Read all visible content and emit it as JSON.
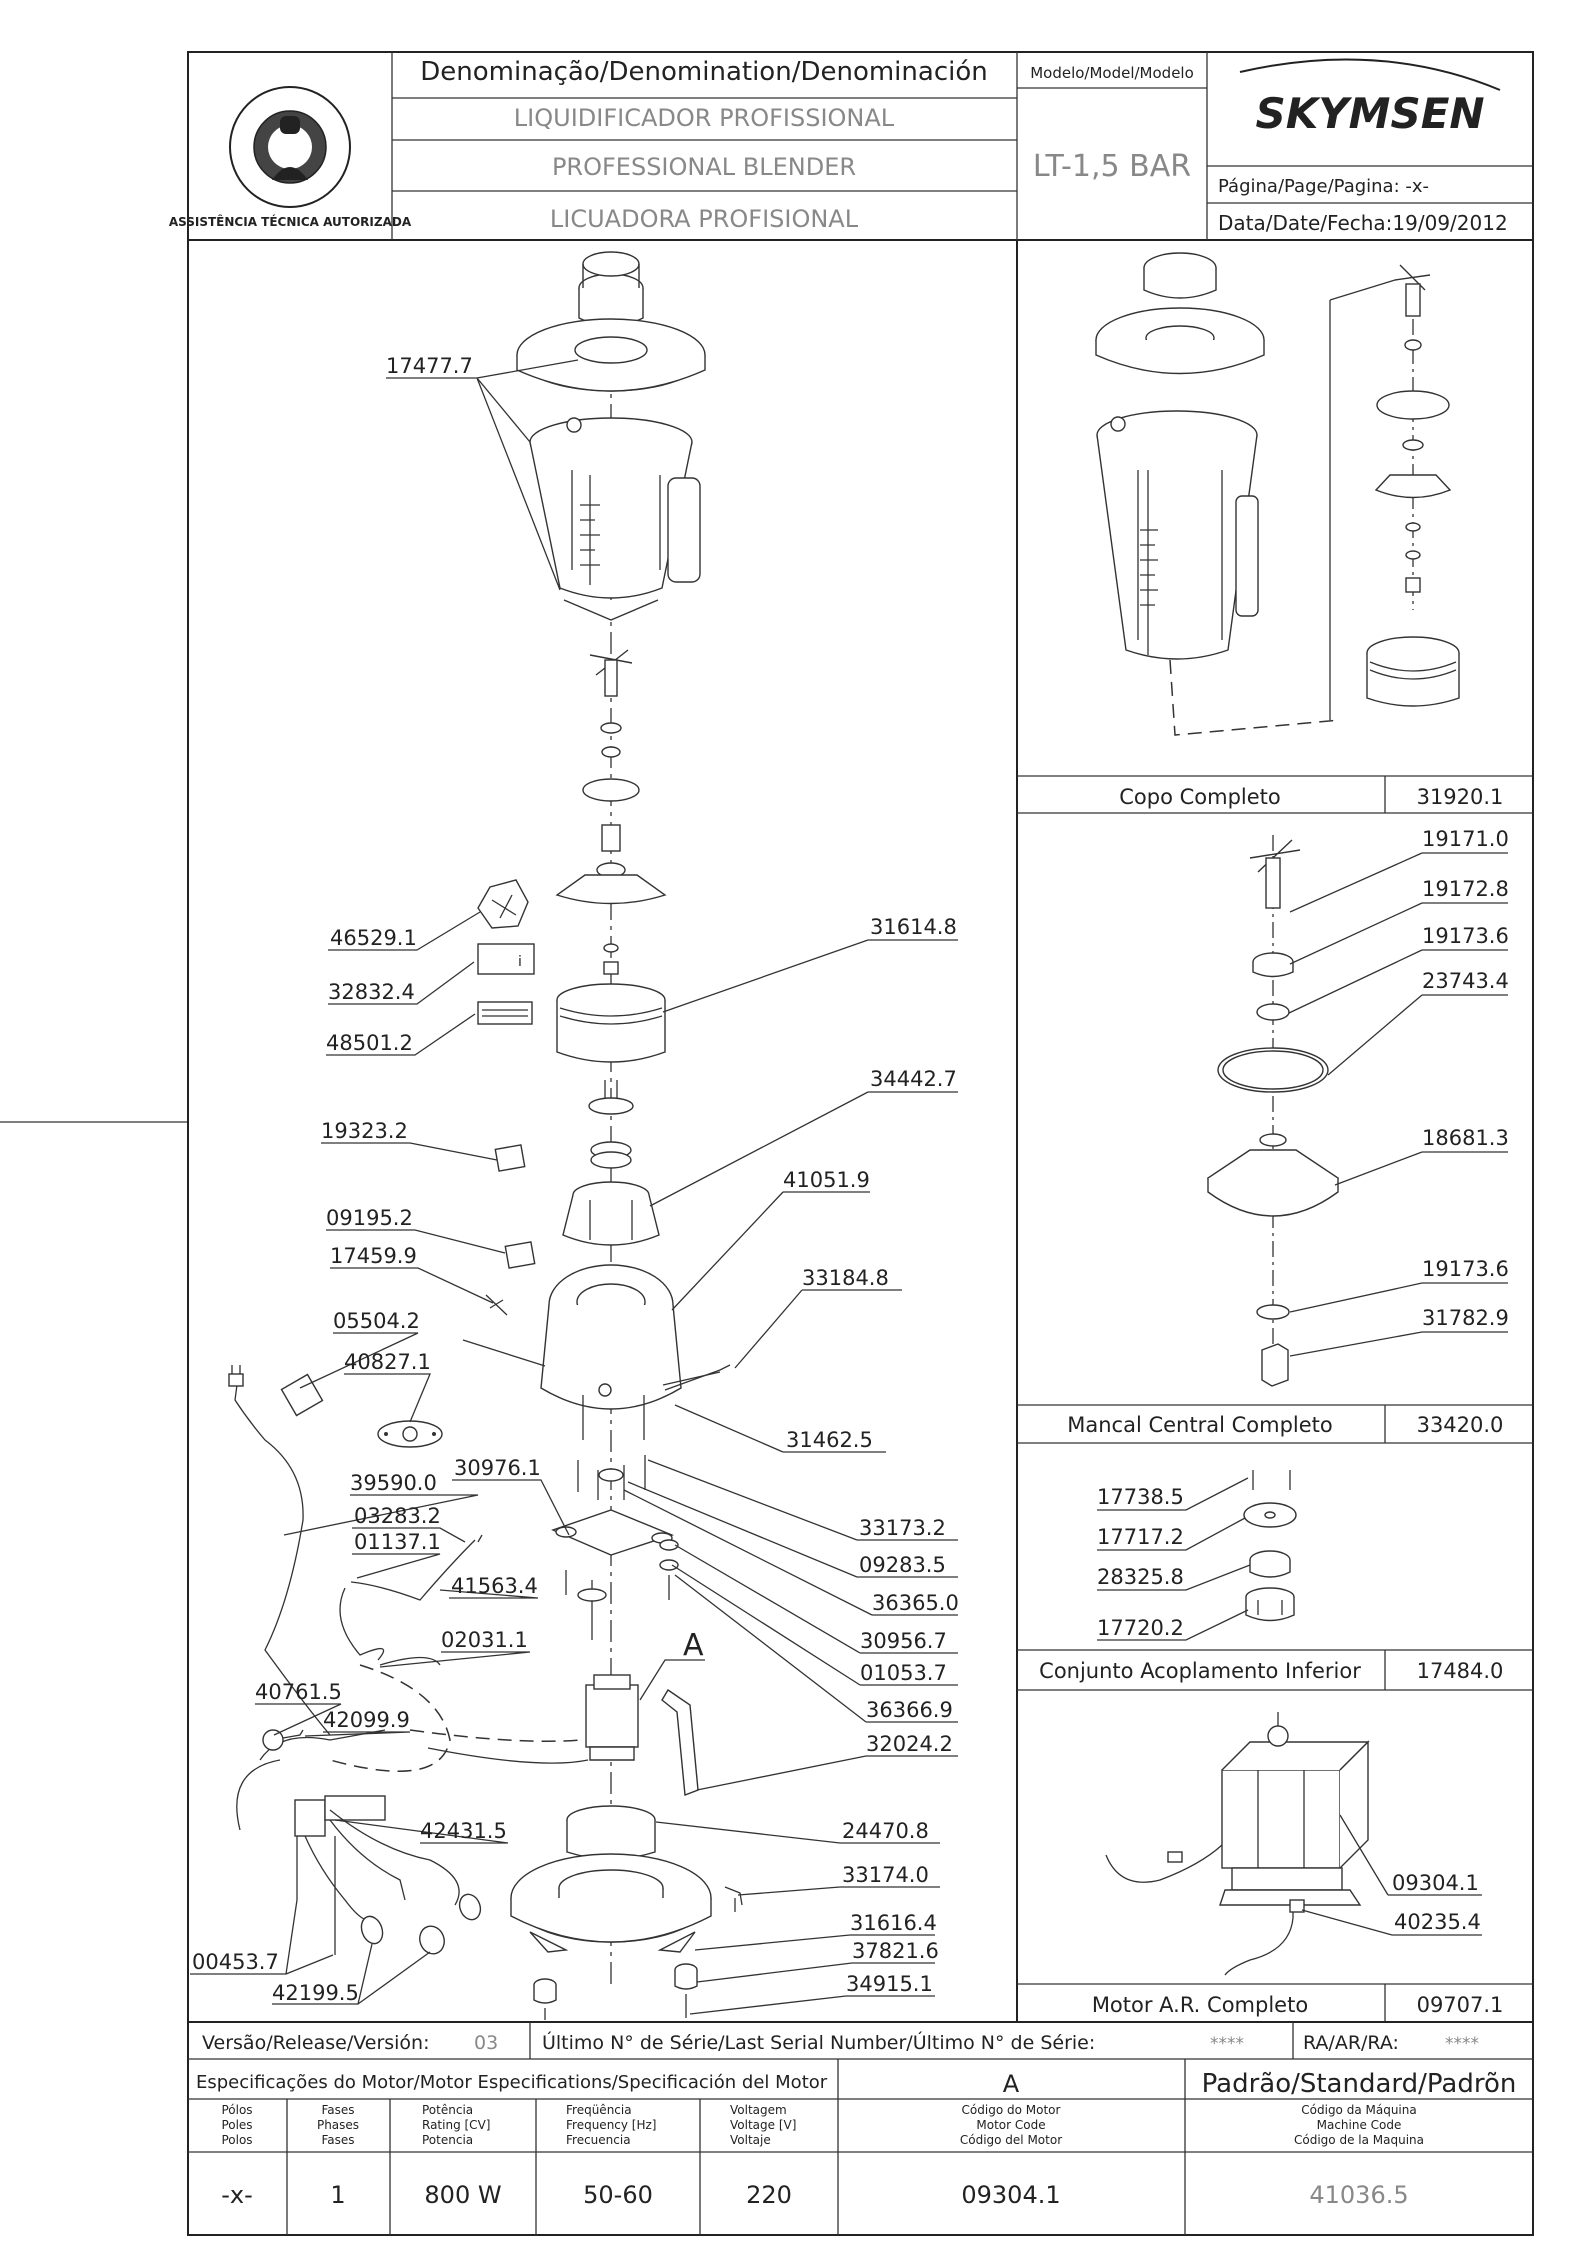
{
  "title_block": {
    "denomination_header": "Denominação/Denomination/Denominación",
    "name_pt": "LIQUIDIFICADOR PROFISSIONAL",
    "name_en": "PROFESSIONAL BLENDER",
    "name_es": "LICUADORA PROFISIONAL",
    "model_header": "Modelo/Model/Modelo",
    "model_value": "LT-1,5 BAR",
    "brand": "SKYMSEN",
    "page_label": "Página/Page/Pagina: -x-",
    "date_label": "Data/Date/Fecha:19/09/2012",
    "seal_text": "ASSISTÊNCIA TÉCNICA AUTORIZADA"
  },
  "assemblies": [
    {
      "name": "Copo Completo",
      "code": "31920.1"
    },
    {
      "name": "Mancal Central Completo",
      "code": "33420.0"
    },
    {
      "name": "Conjunto Acoplamento Inferior",
      "code": "17484.0"
    },
    {
      "name": "Motor A.R. Completo",
      "code": "09707.1"
    }
  ],
  "main_labels": {
    "l17477": "17477.7",
    "l31614": "31614.8",
    "l46529": "46529.1",
    "l32832": "32832.4",
    "l48501": "48501.2",
    "l34442": "34442.7",
    "l19323": "19323.2",
    "l41051": "41051.9",
    "l09195": "09195.2",
    "l17459": "17459.9",
    "l33184": "33184.8",
    "l05504": "05504.2",
    "l40827": "40827.1",
    "l31462": "31462.5",
    "l30976": "30976.1",
    "l39590": "39590.0",
    "l33173": "33173.2",
    "l03283": "03283.2",
    "l01137": "01137.1",
    "l09283": "09283.5",
    "l41563": "41563.4",
    "l36365": "36365.0",
    "l30956": "30956.7",
    "l02031": "02031.1",
    "l01053": "01053.7",
    "detail_a": "A",
    "l40761": "40761.5",
    "l36366": "36366.9",
    "l42099": "42099.9",
    "l32024": "32024.2",
    "l42431": "42431.5",
    "l24470": "24470.8",
    "l33174": "33174.0",
    "l31616": "31616.4",
    "l00453": "00453.7",
    "l37821": "37821.6",
    "l34915": "34915.1",
    "l42199": "42199.5"
  },
  "bearing_labels": {
    "l19171": "19171.0",
    "l19172": "19172.8",
    "l19173a": "19173.6",
    "l23743": "23743.4",
    "l18681": "18681.3",
    "l19173b": "19173.6",
    "l31782": "31782.9"
  },
  "coupling_labels": {
    "l17738": "17738.5",
    "l17717": "17717.2",
    "l28325": "28325.8",
    "l17720": "17720.2"
  },
  "motor_labels": {
    "l09304": "09304.1",
    "l40235": "40235.4"
  },
  "footer": {
    "version_label": "Versão/Release/Versión:",
    "version_value": "03",
    "serial_label": "Último N° de Série/Last Serial Number/Último N° de Série:",
    "serial_value": "****",
    "ra_label": "RA/AR/RA:",
    "ra_value": "****",
    "motor_spec_label": "Especificações do Motor/Motor Especifications/Specificación del Motor",
    "spec_code": "A",
    "standard_label": "Padrão/Standard/Padrõn",
    "columns": [
      {
        "h1": "Pólos",
        "h2": "Poles",
        "h3": "Polos",
        "value": "-x-"
      },
      {
        "h1": "Fases",
        "h2": "Phases",
        "h3": "Fases",
        "value": "1"
      },
      {
        "h1": "Potência",
        "h2": "Rating [CV]",
        "h3": "Potencia",
        "value": "800 W"
      },
      {
        "h1": "Freqüência",
        "h2": "Frequency [Hz]",
        "h3": "Frecuencia",
        "value": "50-60"
      },
      {
        "h1": "Voltagem",
        "h2": "Voltage [V]",
        "h3": "Voltaje",
        "value": "220"
      },
      {
        "h1": "Código do Motor",
        "h2": "Motor Code",
        "h3": "Código del Motor",
        "value": "09304.1"
      },
      {
        "h1": "Código da Máquina",
        "h2": "Machine Code",
        "h3": "Código de la Maquina",
        "value": "41036.5"
      }
    ]
  }
}
